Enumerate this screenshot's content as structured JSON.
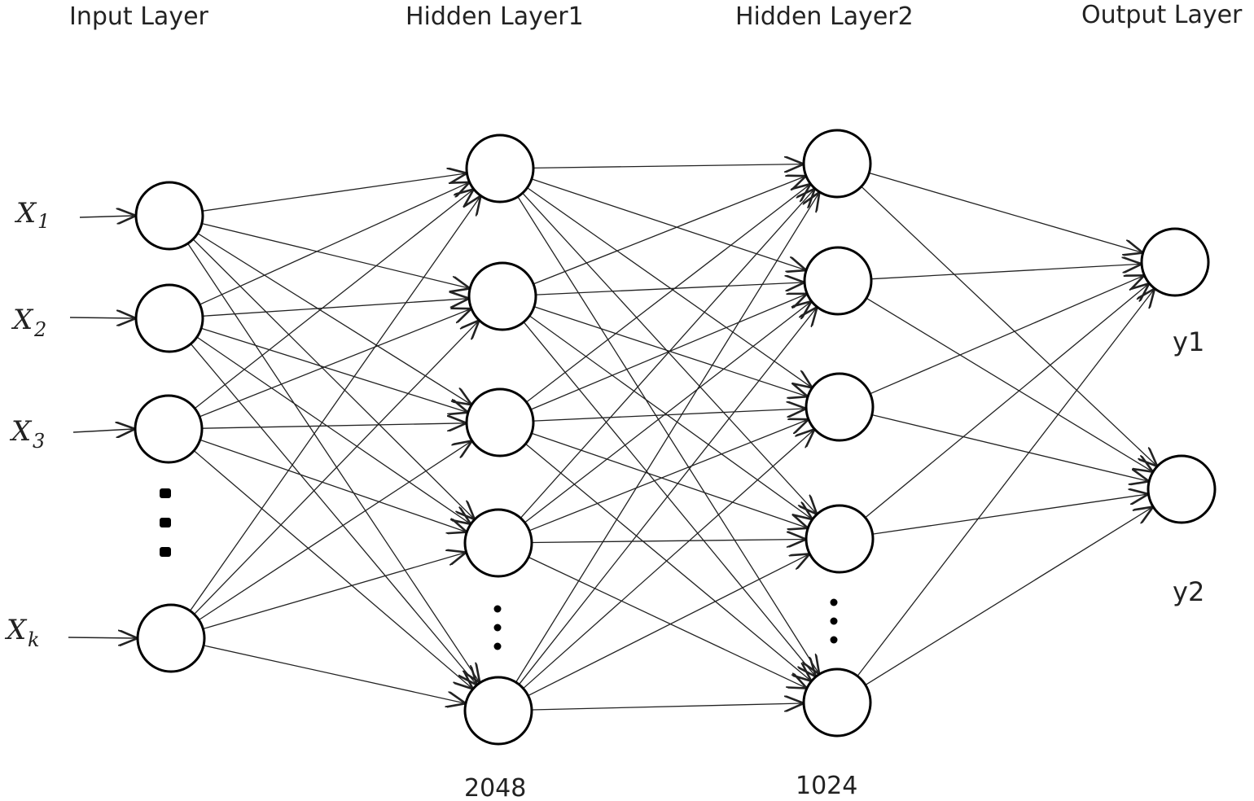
{
  "titles": {
    "input_layer": "Input Layer",
    "hidden_layer1": "Hidden Layer1",
    "hidden_layer2": "Hidden Layer2",
    "output_layer": "Output Layer"
  },
  "inputs": [
    {
      "base": "X",
      "sub": "1"
    },
    {
      "base": "X",
      "sub": "2"
    },
    {
      "base": "X",
      "sub": "3"
    },
    {
      "base": "X",
      "sub": "k"
    }
  ],
  "outputs": [
    "y1",
    "y2"
  ],
  "counts": {
    "hidden_layer1": "2048",
    "hidden_layer2": "1024"
  },
  "colors": {
    "stroke": "#000000",
    "text": "#222222",
    "background": "#ffffff"
  }
}
